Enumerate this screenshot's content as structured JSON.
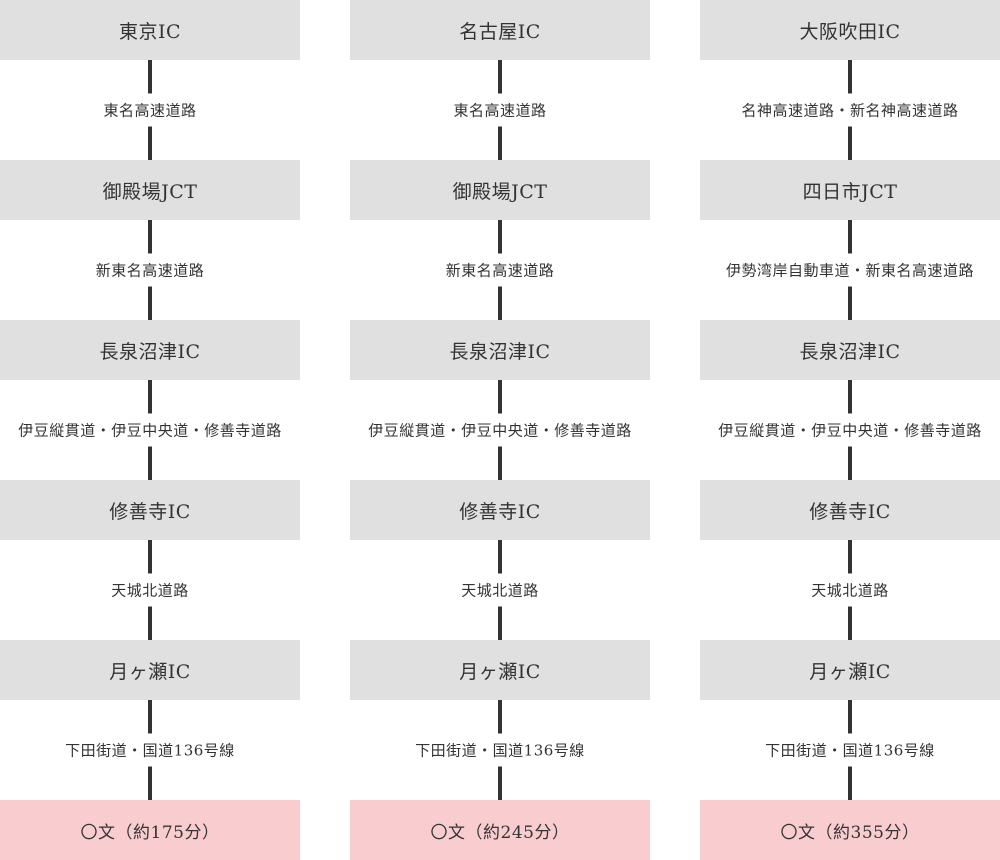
{
  "routes": [
    {
      "stops": [
        "東京IC",
        "御殿場JCT",
        "長泉沼津IC",
        "修善寺IC",
        "月ヶ瀬IC",
        "〇文（約175分）"
      ],
      "roads": [
        "東名高速道路",
        "新東名高速道路",
        "伊豆縦貫道・伊豆中央道・修善寺道路",
        "天城北道路",
        "下田街道・国道136号線"
      ]
    },
    {
      "stops": [
        "名古屋IC",
        "御殿場JCT",
        "長泉沼津IC",
        "修善寺IC",
        "月ヶ瀬IC",
        "〇文（約245分）"
      ],
      "roads": [
        "東名高速道路",
        "新東名高速道路",
        "伊豆縦貫道・伊豆中央道・修善寺道路",
        "天城北道路",
        "下田街道・国道136号線"
      ]
    },
    {
      "stops": [
        "大阪吹田IC",
        "四日市JCT",
        "長泉沼津IC",
        "修善寺IC",
        "月ヶ瀬IC",
        "〇文（約355分）"
      ],
      "roads": [
        "名神高速道路・新名神高速道路",
        "伊勢湾岸自動車道・新東名高速道路",
        "伊豆縦貫道・伊豆中央道・修善寺道路",
        "天城北道路",
        "下田街道・国道136号線"
      ]
    }
  ],
  "colors": {
    "stop_box": "#e0e0e0",
    "destination_box": "#f9cdcf",
    "connector_line": "#333333",
    "text": "#333333"
  }
}
